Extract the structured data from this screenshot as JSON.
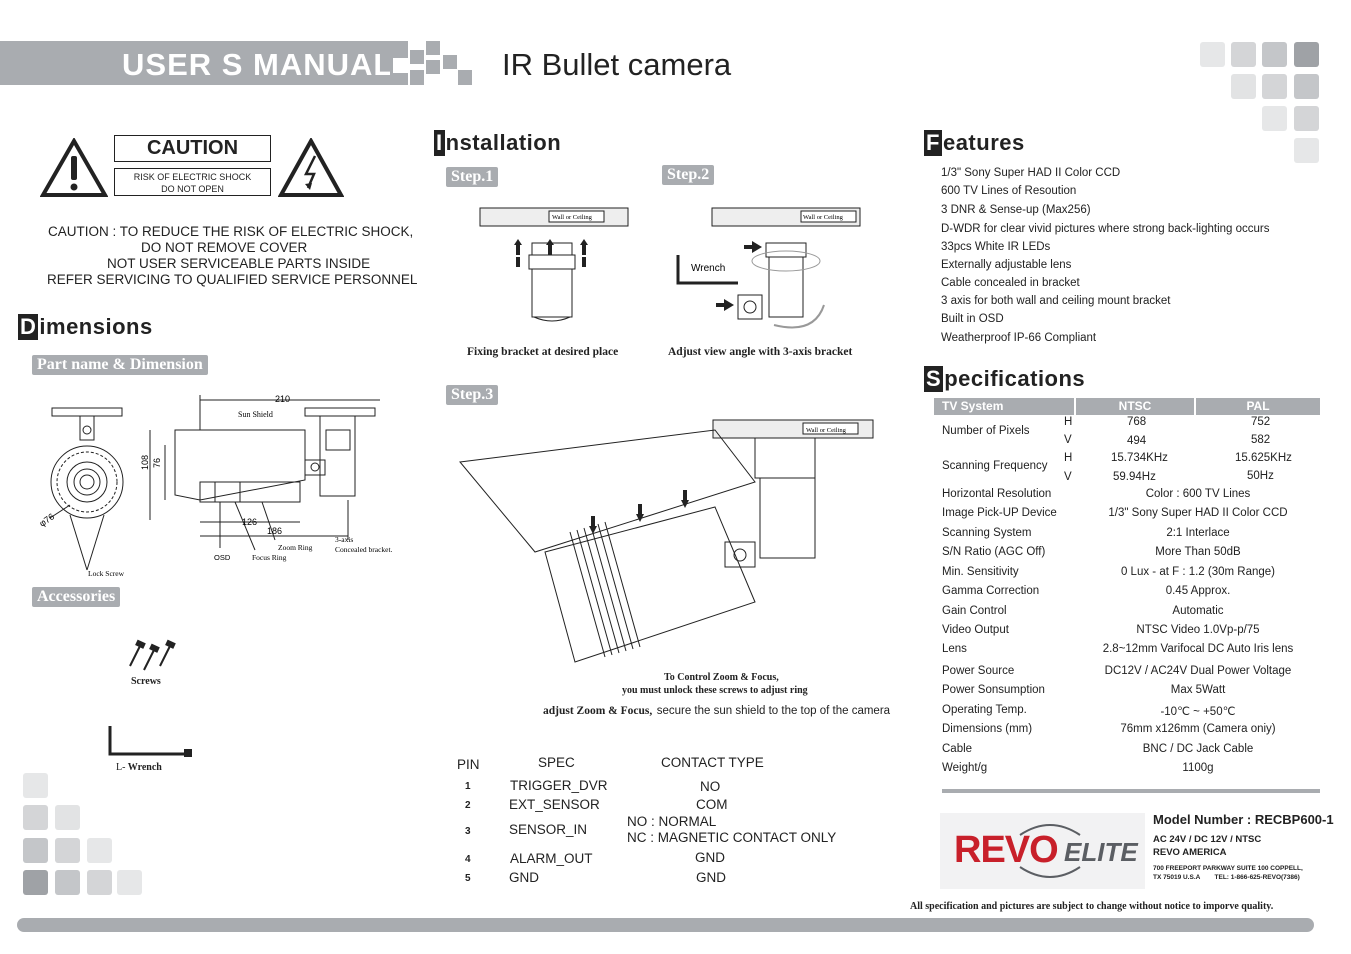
{
  "header": {
    "title": "USER S MANUAL",
    "product": "IR Bullet camera"
  },
  "caution": {
    "heading": "CAUTION",
    "sub_line1": "RISK OF ELECTRIC SHOCK",
    "sub_line2": "DO NOT OPEN",
    "lines": [
      "CAUTION : TO REDUCE THE RISK OF ELECTRIC SHOCK,",
      "DO NOT REMOVE COVER",
      "NOT USER SERVICEABLE PARTS INSIDE",
      "REFER SERVICING TO QUALIFIED SERVICE PERSONNEL"
    ]
  },
  "dimensions": {
    "heading_cap": "D",
    "heading_rest": "imensions",
    "part_tag": "Part name & Dimension",
    "labels": {
      "d210": "210",
      "sun_shield": "Sun Shield",
      "d108": "108",
      "d76": "76",
      "phi76": "φ76",
      "d126": "126",
      "d186": "186",
      "zoom_ring": "Zoom Ring",
      "focus_ring": "Focus Ring",
      "osd": "OSD",
      "axis3": "3-axis",
      "concealed": "Concealed bracket.",
      "lock_screw": "Lock Screw"
    },
    "accessories_tag": "Accessories",
    "screws": "Screws",
    "wrench_prefix": "L-",
    "wrench": "Wrench"
  },
  "installation": {
    "heading_cap": "I",
    "heading_rest": "nstallation",
    "step1": "Step.1",
    "step2": "Step.2",
    "step3": "Step.3",
    "wall_ceiling": "Wall or Ceiling",
    "wrench": "Wrench",
    "cap1": "Fixing bracket at desired place",
    "cap2": "Adjust view angle with 3-axis bracket",
    "zoom_note1": "To Control Zoom & Focus,",
    "zoom_note2": "you must unlock these screws to adjust ring",
    "cap3_bold": "adjust Zoom & Focus,",
    "cap3_rest": "secure the sun shield to the top of the camera"
  },
  "pins": {
    "headers": [
      "PIN",
      "SPEC",
      "CONTACT TYPE"
    ],
    "rows": [
      {
        "pin": "1",
        "spec": "TRIGGER_DVR",
        "type": "NO"
      },
      {
        "pin": "2",
        "spec": "EXT_SENSOR",
        "type": "COM"
      },
      {
        "pin": "3",
        "spec": "SENSOR_IN",
        "type": "NO : NORMAL",
        "type2": "NC : MAGNETIC CONTACT ONLY"
      },
      {
        "pin": "4",
        "spec": "ALARM_OUT",
        "type": "GND"
      },
      {
        "pin": "5",
        "spec": "GND",
        "type": "GND"
      }
    ]
  },
  "features": {
    "heading_cap": "F",
    "heading_rest": "eatures",
    "items": [
      "1/3\" Sony Super HAD II Color CCD",
      "600 TV Lines of Resoution",
      "3 DNR & Sense-up (Max256)",
      "D-WDR for clear vivid pictures where strong back-lighting occurs",
      "33pcs White IR LEDs",
      "Externally adjustable lens",
      "Cable concealed in bracket",
      "3 axis for both wall and ceiling mount bracket",
      "Built in OSD",
      "Weatherproof IP-66 Compliant"
    ]
  },
  "specs": {
    "heading_cap": "S",
    "heading_rest": "pecifications",
    "col_system": "TV System",
    "col_ntsc": "NTSC",
    "col_pal": "PAL",
    "pixels": {
      "label": "Number of Pixels",
      "h": "H",
      "v": "V",
      "ntsc_h": "768",
      "ntsc_v": "494",
      "pal_h": "752",
      "pal_v": "582"
    },
    "freq": {
      "label": "Scanning Frequency",
      "h": "H",
      "v": "V",
      "ntsc_h": "15.734KHz",
      "ntsc_v": "59.94Hz",
      "pal_h": "15.625KHz",
      "pal_v": "50Hz"
    },
    "rows": [
      {
        "label": "Horizontal Resolution",
        "value": "Color : 600 TV Lines"
      },
      {
        "label": "Image Pick-UP Device",
        "value": "1/3\" Sony Super HAD II Color CCD"
      },
      {
        "label": "Scanning System",
        "value": "2:1 Interlace"
      },
      {
        "label": "S/N Ratio (AGC Off)",
        "value": "More Than 50dB"
      },
      {
        "label": "Min. Sensitivity",
        "value": "0 Lux - at F : 1.2 (30m Range)"
      },
      {
        "label": "Gamma Correction",
        "value": "0.45 Approx."
      },
      {
        "label": "Gain Control",
        "value": "Automatic"
      },
      {
        "label": "Video Output",
        "value": "NTSC  Video 1.0Vp-p/75"
      },
      {
        "label": "Lens",
        "value": "2.8~12mm Varifocal DC Auto Iris lens"
      },
      {
        "label": "Power Source",
        "value": "DC12V / AC24V Dual Power Voltage"
      },
      {
        "label": "Power Sonsumption",
        "value": "Max 5Watt"
      },
      {
        "label": "Operating Temp.",
        "value": "-10℃ ~ +50℃"
      },
      {
        "label": "Dimensions (mm)",
        "value": "76mm x126mm (Camera oniy)"
      },
      {
        "label": "Cable",
        "value": "BNC / DC Jack Cable"
      },
      {
        "label": "Weight/g",
        "value": "1100g"
      }
    ]
  },
  "footer": {
    "logo_revo": "REVO",
    "logo_elite": "ELITE",
    "model": "Model Number : RECBP600-1",
    "power": "AC 24V / DC 12V / NTSC",
    "company": "REVO AMERICA",
    "address1": "700 FREEPORT PARKWAY SUITE 100 COPPELL,",
    "address2": "TX 75019 U.S.A        TEL: 1-866-625-REVO(7386)",
    "disclaimer": "All specification and pictures are subject to change without notice to imporve quality."
  },
  "colors": {
    "accent_gray": "#a9acb0",
    "logo_red": "#c8202a",
    "logo_gray": "#5b5e63"
  }
}
